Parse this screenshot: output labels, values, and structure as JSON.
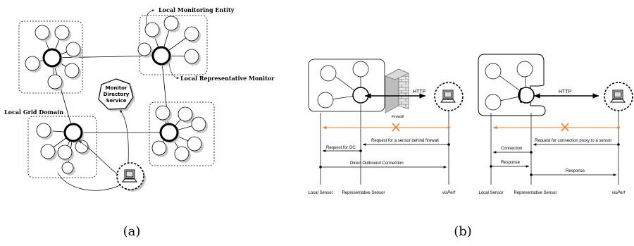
{
  "diagram_a": {
    "labels": {
      "local_monitoring_entity": "Local Monitoring Entity",
      "local_representative_monitor": "Local Representative Monitor",
      "local_grid_domain": "Local Grid Domain",
      "mds_line1": "Monitor",
      "mds_line2": "Directory",
      "mds_line3": "Service"
    },
    "caption": "(a)"
  },
  "diagram_b": {
    "left": {
      "http": "HTTP",
      "firewall": "Firewall",
      "msg_request_sensor": "Request for a sensor behind firewall",
      "msg_request_oc": "Request for OC",
      "msg_direct": "Direct Outbound Connection",
      "lane_local": "Local Sensor",
      "lane_rep": "Representative Sensor",
      "lane_visperf": "visPerf"
    },
    "right": {
      "http": "HTTP",
      "msg_request_proxy": "Request for connection proxy to a sensor",
      "msg_connection": "Connection",
      "msg_response1": "Response",
      "msg_response2": "Response",
      "lane_local": "Local Sensor",
      "lane_rep": "Representative Sensor",
      "lane_visperf": "visPerf"
    },
    "caption": "(b)"
  },
  "colors": {
    "blocked": "#f07a2a",
    "shadow": "#c8c8c8",
    "ink": "#000000"
  }
}
